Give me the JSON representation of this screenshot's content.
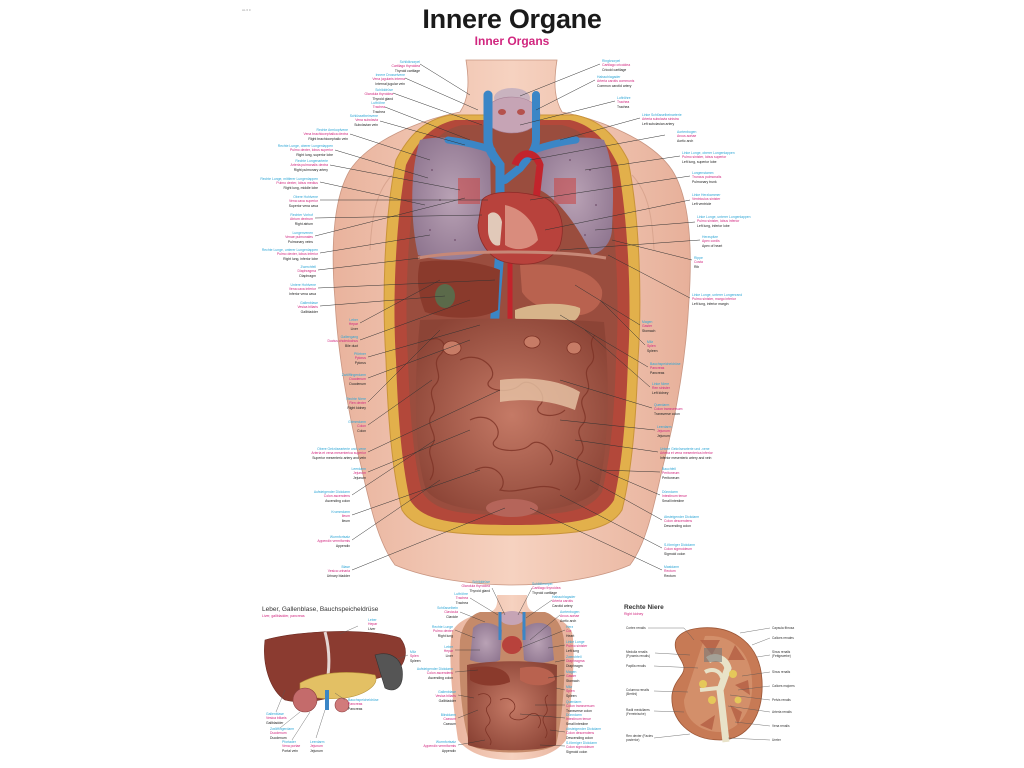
{
  "poster": {
    "code": "AL 6 0",
    "title": "Innere Organe",
    "subtitle": "Inner Organs",
    "colors": {
      "title": "#1a1a1a",
      "subtitle": "#d1267f",
      "label_german": "#2fa6d6",
      "label_latin": "#d1267f",
      "label_english": "#222222",
      "skin": "#f3c9b3",
      "lung": "#a98fa3",
      "vein": "#3b86c6",
      "artery": "#c2242c",
      "liver": "#8a3a2c",
      "intestine": "#b86553"
    }
  },
  "main_figure": {
    "labels_left": [
      {
        "de": "Schildknorpel",
        "la": "Cartilago thyroidea",
        "en": "Thyroid cartilage"
      },
      {
        "de": "Innere Drosselvene",
        "la": "Vena jugularis interna",
        "en": "Internal jugular vein"
      },
      {
        "de": "Schilddrüse",
        "la": "Glandula thyroidea",
        "en": "Thyroid gland"
      },
      {
        "de": "Luftröhre",
        "la": "Trachea",
        "en": "Trachea"
      },
      {
        "de": "Schlüsselbeinvene",
        "la": "Vena subclavia",
        "en": "Subclavian vein"
      },
      {
        "de": "Rechte Armkopfvene",
        "la": "Vena brachiocephalica dextra",
        "en": "Right brachiocephalic vein"
      },
      {
        "de": "Rechte Lunge, oberer Lungenlappen",
        "la": "Pulmo dexter, lobus superior",
        "en": "Right lung, superior lobe"
      },
      {
        "de": "Rechte Lungenarterie",
        "la": "Arteria pulmonalis dextra",
        "en": "Right pulmonary artery"
      },
      {
        "de": "Rechte Lunge, mittlerer Lungenlappen",
        "la": "Pulmo dexter, lobus medius",
        "en": "Right lung, middle lobe"
      },
      {
        "de": "Obere Hohlvene",
        "la": "Vena cava superior",
        "en": "Superior vena cava"
      },
      {
        "de": "Rechter Vorhof",
        "la": "Atrium dextrum",
        "en": "Right atrium"
      },
      {
        "de": "Lungenvenen",
        "la": "Venae pulmonales",
        "en": "Pulmonary veins"
      },
      {
        "de": "Rechte Lunge, unterer Lungenlappen",
        "la": "Pulmo dexter, lobus inferior",
        "en": "Right lung, inferior lobe"
      },
      {
        "de": "Zwerchfell",
        "la": "Diaphragma",
        "en": "Diaphragm"
      },
      {
        "de": "Untere Hohlvene",
        "la": "Vena cava inferior",
        "en": "Inferior vena cava"
      },
      {
        "de": "Gallenblase",
        "la": "Vesica biliaris",
        "en": "Gallbladder"
      },
      {
        "de": "Leber",
        "la": "Hepar",
        "en": "Liver"
      },
      {
        "de": "Gallengang",
        "la": "Ductus choledochus",
        "en": "Bile duct"
      },
      {
        "de": "Pförtner",
        "la": "Pylorus",
        "en": "Pylorus"
      },
      {
        "de": "Zwölffingerdarm",
        "la": "Duodenum",
        "en": "Duodenum"
      },
      {
        "de": "Rechte Niere",
        "la": "Ren dexter",
        "en": "Right kidney"
      },
      {
        "de": "Grimmdarm",
        "la": "Colon",
        "en": "Colon"
      },
      {
        "de": "Obere Gekrösearterie und -vene",
        "la": "Arteria et vena mesenterica superior",
        "en": "Superior mesenteric artery and vein"
      },
      {
        "de": "Leerdarm",
        "la": "Jejunum",
        "en": "Jejunum"
      },
      {
        "de": "Aufsteigender Dickdarm",
        "la": "Colon ascendens",
        "en": "Ascending colon"
      },
      {
        "de": "Krummdarm",
        "la": "Ileum",
        "en": "Ileum"
      },
      {
        "de": "Wurmfortsatz",
        "la": "Appendix vermiformis",
        "en": "Appendix"
      },
      {
        "de": "Blase",
        "la": "Vesica urinaria",
        "en": "Urinary bladder"
      }
    ],
    "labels_right": [
      {
        "de": "Ringknorpel",
        "la": "Cartilago cricoidea",
        "en": "Cricoid cartilage"
      },
      {
        "de": "Halsschlagader",
        "la": "Arteria carotis communis",
        "en": "Common carotid artery"
      },
      {
        "de": "Luftröhre",
        "la": "Trachea",
        "en": "Trachea"
      },
      {
        "de": "Linke Schlüsselbeinarterie",
        "la": "Arteria subclavia sinistra",
        "en": "Left subclavian artery"
      },
      {
        "de": "Aortenbogen",
        "la": "Arcus aortae",
        "en": "Aortic arch"
      },
      {
        "de": "Linke Lunge, oberer Lungenlappen",
        "la": "Pulmo sinister, lobus superior",
        "en": "Left lung, superior lobe"
      },
      {
        "de": "Lungenstamm",
        "la": "Truncus pulmonalis",
        "en": "Pulmonary trunk"
      },
      {
        "de": "Linke Herzkammer",
        "la": "Ventriculus sinister",
        "en": "Left ventricle"
      },
      {
        "de": "Linke Lunge, unterer Lungenlappen",
        "la": "Pulmo sinister, lobus inferior",
        "en": "Left lung, inferior lobe"
      },
      {
        "de": "Herzspitze",
        "la": "Apex cordis",
        "en": "Apex of heart"
      },
      {
        "de": "Rippe",
        "la": "Costa",
        "en": "Rib"
      },
      {
        "de": "Linke Lunge, unterer Lungenrand",
        "la": "Pulmo sinister, margo inferior",
        "en": "Left lung, inferior margin"
      },
      {
        "de": "Magen",
        "la": "Gaster",
        "en": "Stomach"
      },
      {
        "de": "Milz",
        "la": "Splen",
        "en": "Spleen"
      },
      {
        "de": "Bauchspeicheldrüse",
        "la": "Pancreas",
        "en": "Pancreas"
      },
      {
        "de": "Linke Niere",
        "la": "Ren sinister",
        "en": "Left kidney"
      },
      {
        "de": "Querdarm",
        "la": "Colon transversum",
        "en": "Transverse colon"
      },
      {
        "de": "Leerdarm",
        "la": "Jejunum",
        "en": "Jejunum"
      },
      {
        "de": "Untere Gekrösearterie und -vene",
        "la": "Arteria et vena mesenterica inferior",
        "en": "Inferior mesenteric artery and vein"
      },
      {
        "de": "Bauchfell",
        "la": "Peritoneum",
        "en": "Peritoneum"
      },
      {
        "de": "Dünndarm",
        "la": "Intestinum tenue",
        "en": "Small intestine"
      },
      {
        "de": "Absteigender Dickdarm",
        "la": "Colon descendens",
        "en": "Descending colon"
      },
      {
        "de": "S-förmiger Dickdarm",
        "la": "Colon sigmoideum",
        "en": "Sigmoid colon"
      },
      {
        "de": "Mastdarm",
        "la": "Rectum",
        "en": "Rectum"
      }
    ]
  },
  "panels": {
    "liver": {
      "title": "Leber, Gallenblase, Bauchspeicheldrüse",
      "subtitle": "Liver, gallbladder, pancreas",
      "labels": [
        {
          "de": "Leber",
          "la": "Hepar",
          "en": "Liver"
        },
        {
          "de": "Milz",
          "la": "Splen",
          "en": "Spleen"
        },
        {
          "de": "Gallenblase",
          "la": "Vesica biliaris",
          "en": "Gallbladder"
        },
        {
          "de": "Zwölffingerdarm",
          "la": "Duodenum",
          "en": "Duodenum"
        },
        {
          "de": "Pfortader",
          "la": "Vena portae",
          "en": "Portal vein"
        },
        {
          "de": "Bauchspeicheldrüse",
          "la": "Pancreas",
          "en": "Pancreas"
        },
        {
          "de": "Leerdarm",
          "la": "Jejunum",
          "en": "Jejunum"
        }
      ]
    },
    "small_figure": {
      "labels_left": [
        {
          "de": "Schilddrüse",
          "la": "Glandula thyroidea",
          "en": "Thyroid gland"
        },
        {
          "de": "Luftröhre",
          "la": "Trachea",
          "en": "Trachea"
        },
        {
          "de": "Schlüsselbein",
          "la": "Clavicula",
          "en": "Clavicle"
        },
        {
          "de": "Rechte Lunge",
          "la": "Pulmo dexter",
          "en": "Right lung"
        },
        {
          "de": "Leber",
          "la": "Hepar",
          "en": "Liver"
        },
        {
          "de": "Aufsteigender Dickdarm",
          "la": "Colon ascendens",
          "en": "Ascending colon"
        },
        {
          "de": "Gallenblase",
          "la": "Vesica biliaris",
          "en": "Gallbladder"
        },
        {
          "de": "Blinddarm",
          "la": "Caecum",
          "en": "Caecum"
        },
        {
          "de": "Wurmfortsatz",
          "la": "Appendix vermiformis",
          "en": "Appendix"
        }
      ],
      "labels_right": [
        {
          "de": "Schildknorpel",
          "la": "Cartilago thyroidea",
          "en": "Thyroid cartilage"
        },
        {
          "de": "Halsschlagader",
          "la": "Arteria carotis",
          "en": "Carotid artery"
        },
        {
          "de": "Aortenbogen",
          "la": "Arcus aortae",
          "en": "Aortic arch"
        },
        {
          "de": "Herz",
          "la": "Cor",
          "en": "Heart"
        },
        {
          "de": "Linke Lunge",
          "la": "Pulmo sinister",
          "en": "Left lung"
        },
        {
          "de": "Zwerchfell",
          "la": "Diaphragma",
          "en": "Diaphragm"
        },
        {
          "de": "Magen",
          "la": "Gaster",
          "en": "Stomach"
        },
        {
          "de": "Milz",
          "la": "Splen",
          "en": "Spleen"
        },
        {
          "de": "Querdarm",
          "la": "Colon transversum",
          "en": "Transverse colon"
        },
        {
          "de": "Dünndarm",
          "la": "Intestinum tenue",
          "en": "Small intestine"
        },
        {
          "de": "Absteigender Dickdarm",
          "la": "Colon descendens",
          "en": "Descending colon"
        },
        {
          "de": "S-förmiger Dickdarm",
          "la": "Colon sigmoideum",
          "en": "Sigmoid colon"
        }
      ]
    },
    "kidney": {
      "title": "Rechte Niere",
      "subtitle": "Right kidney",
      "labels_left": [
        "Cortex renalis",
        "Medulla renalis (Pyramis renalis)",
        "Papilla renalis",
        "Columna renalis (Bertini)",
        "Radii medullares (Ferreinische)",
        "Ren dexter (Facies posterior)"
      ],
      "labels_right": [
        "Capsula fibrosa",
        "Calices renales",
        "Sinus renalis (Fettgewebe)",
        "Sinus renalis",
        "Calices majores",
        "Pelvis renalis",
        "Arteria renalis",
        "Vena renalis",
        "Ureter"
      ]
    }
  }
}
